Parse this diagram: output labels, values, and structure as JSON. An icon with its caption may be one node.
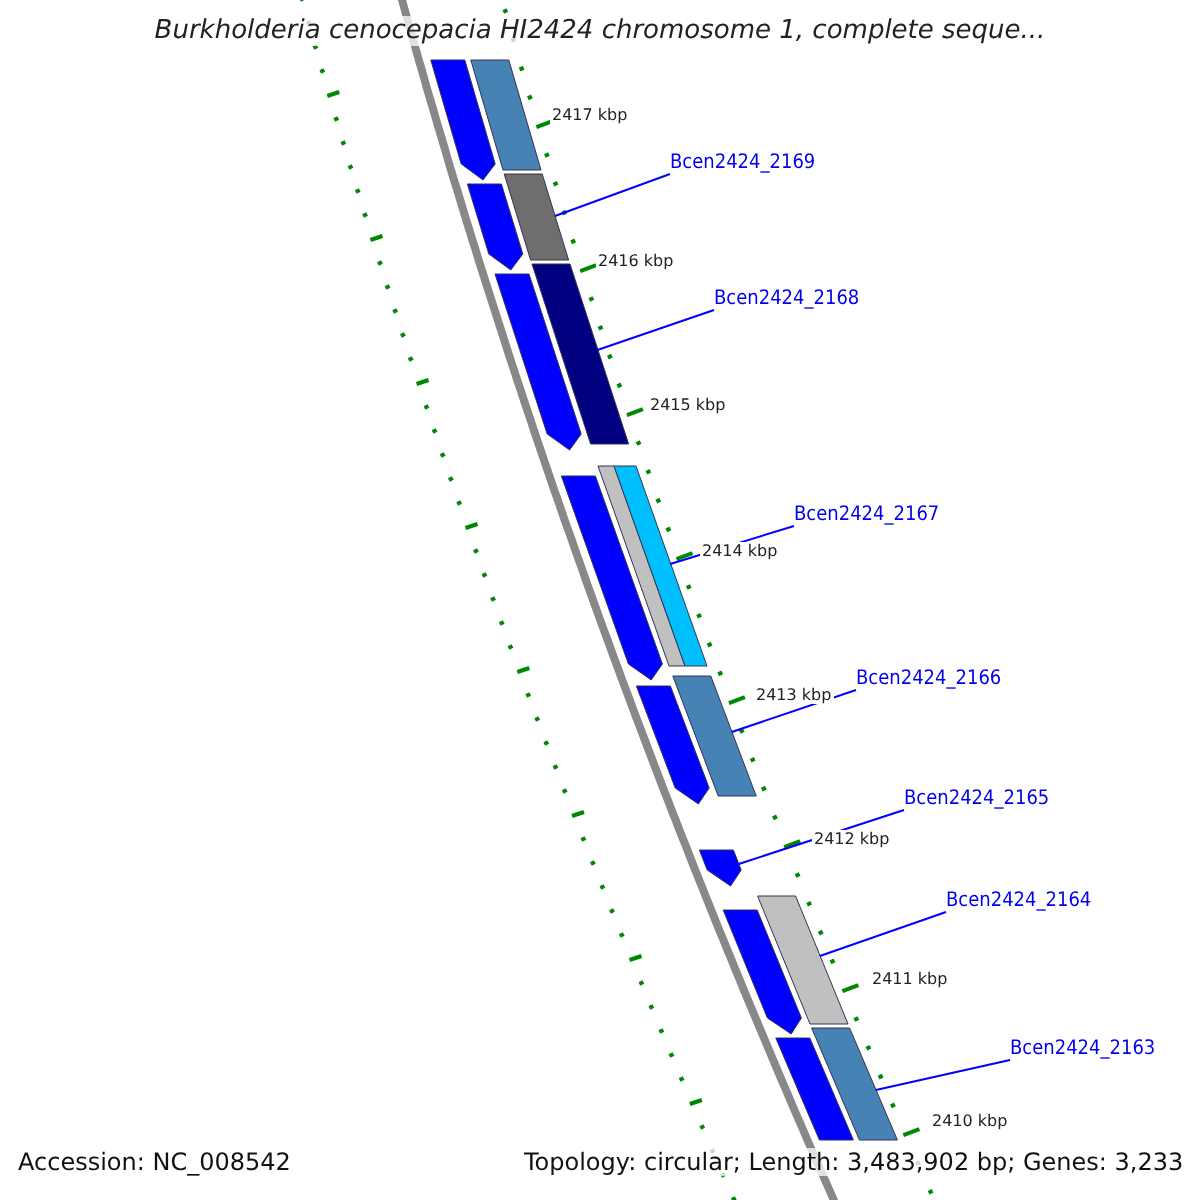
{
  "diagram": {
    "title": "Burkholderia cenocepacia HI2424 chromosome 1, complete seque...",
    "nodes": [
      {
        "text": [
          "Bcen2424_2169"
        ]
      },
      {
        "text": [
          "Bcen2424_2168"
        ]
      },
      {
        "text": [
          "Bcen2424_2167"
        ]
      },
      {
        "text": [
          "Bcen2424_2166"
        ]
      },
      {
        "text": [
          "Bcen2424_2165"
        ]
      },
      {
        "text": [
          "Bcen2424_2164"
        ]
      },
      {
        "text": [
          "Bcen2424_2163"
        ]
      },
      {
        "text": [],
        "shape": "arrow"
      },
      {
        "text": [],
        "shape": "bar"
      },
      {
        "text": [],
        "shape": "bar"
      },
      {
        "text": [],
        "shape": "arrow"
      },
      {
        "text": [],
        "shape": "bar"
      },
      {
        "text": [],
        "shape": "arrow"
      },
      {
        "text": [],
        "shape": "bar"
      },
      {
        "text": [],
        "shape": "bar"
      },
      {
        "text": [],
        "shape": "arrow"
      },
      {
        "text": [],
        "shape": "bar"
      },
      {
        "text": [],
        "shape": "arrow"
      },
      {
        "text": [],
        "shape": "arrow"
      },
      {
        "text": [],
        "shape": "bar"
      },
      {
        "text": [],
        "shape": "arrow"
      },
      {
        "text": [],
        "shape": "bar"
      },
      {
        "text": [],
        "shape": "bar"
      }
    ],
    "edges": [
      {
        "from": 0,
        "to": 9,
        "arrow": "none"
      },
      {
        "from": 1,
        "to": 11,
        "arrow": "none"
      },
      {
        "from": 2,
        "to": 14,
        "arrow": "none"
      },
      {
        "from": 3,
        "to": 16,
        "arrow": "none"
      },
      {
        "from": 4,
        "to": 18,
        "arrow": "none"
      },
      {
        "from": 5,
        "to": 19,
        "arrow": "none"
      },
      {
        "from": 6,
        "to": 21,
        "arrow": "none"
      }
    ],
    "labels": [
      "2417 kbp",
      "2416 kbp",
      "2415 kbp",
      "2414 kbp",
      "2413 kbp",
      "2412 kbp",
      "2411 kbp",
      "2410 kbp",
      "Accession: NC_008542",
      "Topology: circular; Length: 3,483,902 bp; Genes: 3,233"
    ]
  }
}
